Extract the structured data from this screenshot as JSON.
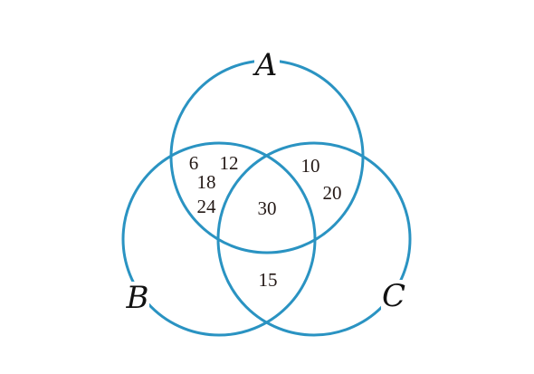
{
  "diagram": {
    "circle_color": "#2a93c2",
    "sets": {
      "a": {
        "label": "A"
      },
      "b": {
        "label": "B"
      },
      "c": {
        "label": "C"
      }
    },
    "regions": {
      "a_and_b_only": [
        "6",
        "12",
        "18",
        "24"
      ],
      "a_and_c_only": [
        "10",
        "20"
      ],
      "a_and_b_and_c": [
        "30"
      ],
      "b_and_c_only": [
        "15"
      ]
    }
  }
}
